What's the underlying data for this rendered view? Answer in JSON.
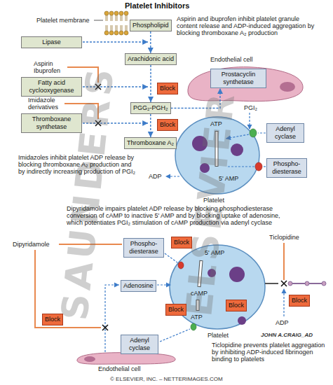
{
  "diagram": {
    "title": "Platelet Inhibitors",
    "nodes": [
      {
        "text": [
          "Phospholipid"
        ]
      },
      {
        "text": [
          "Lipase"
        ]
      },
      {
        "text": [
          "Arachidonic acid"
        ]
      },
      {
        "text": [
          "Fatty acid cyclooxygenase"
        ]
      },
      {
        "text": [
          "Block"
        ]
      },
      {
        "text": [
          "PGG₂-PGH₂"
        ]
      },
      {
        "text": [
          "Thromboxane synthetase"
        ]
      },
      {
        "text": [
          "Block"
        ]
      },
      {
        "text": [
          "Thromboxane A₂"
        ]
      },
      {
        "text": [
          "Prostacyclin synthetase"
        ]
      },
      {
        "text": [
          "Adenyl cyclase"
        ]
      },
      {
        "text": [
          "Phospho- diesterase"
        ]
      },
      {
        "text": [
          "Phospho- diesterase"
        ]
      },
      {
        "text": [
          "Block"
        ]
      },
      {
        "text": [
          "Adenosine"
        ]
      },
      {
        "text": [
          "Block"
        ]
      },
      {
        "text": [
          "Block"
        ]
      },
      {
        "text": [
          "Block"
        ]
      },
      {
        "text": [
          "Block"
        ]
      },
      {
        "text": [
          "Adenyl cyclase"
        ]
      }
    ],
    "edges": [
      {
        "from": 0,
        "to": 2,
        "arrow": "to"
      },
      {
        "from": 2,
        "to": 5,
        "arrow": "to"
      },
      {
        "from": 5,
        "to": 8,
        "arrow": "to"
      },
      {
        "from": 5,
        "to": 9,
        "arrow": "to"
      }
    ],
    "labels": [
      "Platelet membrane",
      "Aspirin",
      "Ibuprofen",
      "Imidazole derivatives",
      "Aspirin and ibuprofen inhibit platelet granule content release and ADP-induced aggregation by blocking thromboxane A₂ production",
      "Endothelial cell",
      "PGI₂",
      "Imidazoles inhibit platelet ADP release by blocking thromboxane A₂ production and by indirectly increasing production of PGI₂",
      "ATP",
      "ADP",
      "5' AMP",
      "Platelet",
      "Dipyridamole impairs platelet ADP release by blocking phosphodiesterase conversion of cAMP to inactive 5' AMP and by blocking uptake of adenosine, which potentiates PGI₂ stimulation of cAMP production via adenyl cyclase",
      "Dipyridamole",
      "5' AMP",
      "Ticlopidine",
      "cAMP",
      "ATP",
      "ADP",
      "Platelet",
      "JOHN A.CRAIG_AD",
      "Ticlopidine prevents platelet aggregation by inhibiting ADP-induced fibrinogen binding to platelets",
      "Endothelial cell",
      "© ELSEVIER, INC. – NETTERIMAGES.COM",
      "SAUNDERS",
      "ELSEVIER"
    ]
  }
}
